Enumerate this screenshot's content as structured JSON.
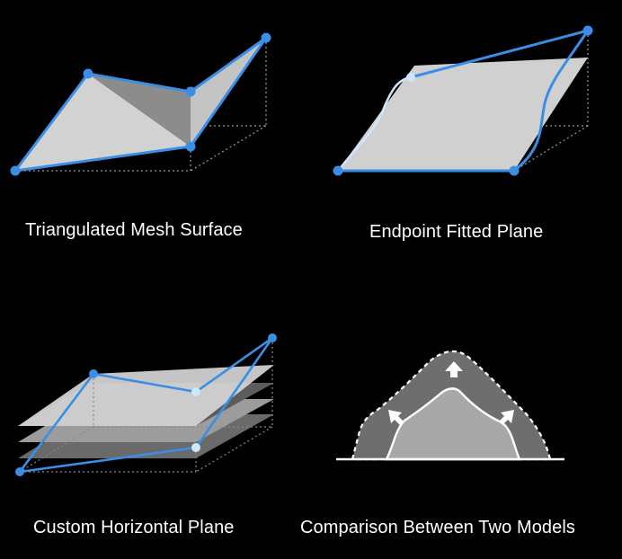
{
  "colors": {
    "background": "#000000",
    "accent_blue": "#3a8ee6",
    "light_blue": "#cfe6ff",
    "surface_light": "#d0d0d0",
    "surface_mid": "#a8a8a8",
    "surface_dark": "#6e6e6e",
    "guide_line": "#9a9a9a",
    "caption_text": "#ffffff"
  },
  "panels": [
    {
      "id": "triangulated-mesh",
      "caption": "Triangulated Mesh Surface"
    },
    {
      "id": "endpoint-fitted",
      "caption": "Endpoint Fitted Plane"
    },
    {
      "id": "custom-horizontal",
      "caption": "Custom Horizontal Plane"
    },
    {
      "id": "comparison",
      "caption": "Comparison Between Two Models"
    }
  ]
}
